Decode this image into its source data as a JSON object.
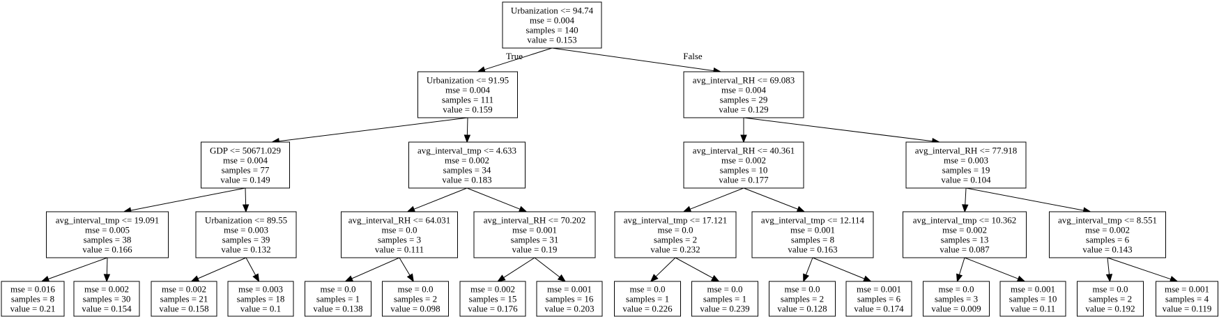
{
  "tree": {
    "edge_labels": {
      "true": "True",
      "false": "False"
    },
    "nodes": [
      {
        "id": "n0",
        "lines": [
          "Urbanization <= 94.74",
          "mse = 0.004",
          "samples = 140",
          "value = 0.153"
        ]
      },
      {
        "id": "n1",
        "lines": [
          "Urbanization <= 91.95",
          "mse = 0.004",
          "samples = 111",
          "value = 0.159"
        ]
      },
      {
        "id": "n2",
        "lines": [
          "avg_interval_RH <= 69.083",
          "mse = 0.004",
          "samples = 29",
          "value = 0.129"
        ]
      },
      {
        "id": "n3",
        "lines": [
          "GDP <= 50671.029",
          "mse = 0.004",
          "samples = 77",
          "value = 0.149"
        ]
      },
      {
        "id": "n4",
        "lines": [
          "avg_interval_tmp <= 4.633",
          "mse = 0.002",
          "samples = 34",
          "value = 0.183"
        ]
      },
      {
        "id": "n5",
        "lines": [
          "avg_interval_RH <= 40.361",
          "mse = 0.002",
          "samples = 10",
          "value = 0.177"
        ]
      },
      {
        "id": "n6",
        "lines": [
          "avg_interval_RH <= 77.918",
          "mse = 0.003",
          "samples = 19",
          "value = 0.104"
        ]
      },
      {
        "id": "n7",
        "lines": [
          "avg_interval_tmp <= 19.091",
          "mse = 0.005",
          "samples = 38",
          "value = 0.166"
        ]
      },
      {
        "id": "n8",
        "lines": [
          "Urbanization <= 89.55",
          "mse = 0.003",
          "samples = 39",
          "value = 0.132"
        ]
      },
      {
        "id": "n9",
        "lines": [
          "avg_interval_RH <= 64.031",
          "mse = 0.0",
          "samples = 3",
          "value = 0.111"
        ]
      },
      {
        "id": "n10",
        "lines": [
          "avg_interval_RH <= 70.202",
          "mse = 0.001",
          "samples = 31",
          "value = 0.19"
        ]
      },
      {
        "id": "n11",
        "lines": [
          "avg_interval_tmp <= 17.121",
          "mse = 0.0",
          "samples = 2",
          "value = 0.232"
        ]
      },
      {
        "id": "n12",
        "lines": [
          "avg_interval_tmp <= 12.114",
          "mse = 0.001",
          "samples = 8",
          "value = 0.163"
        ]
      },
      {
        "id": "n13",
        "lines": [
          "avg_interval_tmp <= 10.362",
          "mse = 0.002",
          "samples = 13",
          "value = 0.087"
        ]
      },
      {
        "id": "n14",
        "lines": [
          "avg_interval_tmp <= 8.551",
          "mse = 0.002",
          "samples = 6",
          "value = 0.143"
        ]
      },
      {
        "id": "n15",
        "lines": [
          "mse = 0.016",
          "samples = 8",
          "value = 0.21"
        ]
      },
      {
        "id": "n16",
        "lines": [
          "mse = 0.002",
          "samples = 30",
          "value = 0.154"
        ]
      },
      {
        "id": "n17",
        "lines": [
          "mse = 0.002",
          "samples = 21",
          "value = 0.158"
        ]
      },
      {
        "id": "n18",
        "lines": [
          "mse = 0.003",
          "samples = 18",
          "value = 0.1"
        ]
      },
      {
        "id": "n19",
        "lines": [
          "mse = 0.0",
          "samples = 1",
          "value = 0.138"
        ]
      },
      {
        "id": "n20",
        "lines": [
          "mse = 0.0",
          "samples = 2",
          "value = 0.098"
        ]
      },
      {
        "id": "n21",
        "lines": [
          "mse = 0.002",
          "samples = 15",
          "value = 0.176"
        ]
      },
      {
        "id": "n22",
        "lines": [
          "mse = 0.001",
          "samples = 16",
          "value = 0.203"
        ]
      },
      {
        "id": "n23",
        "lines": [
          "mse = 0.0",
          "samples = 1",
          "value = 0.226"
        ]
      },
      {
        "id": "n24",
        "lines": [
          "mse = 0.0",
          "samples = 1",
          "value = 0.239"
        ]
      },
      {
        "id": "n25",
        "lines": [
          "mse = 0.0",
          "samples = 2",
          "value = 0.128"
        ]
      },
      {
        "id": "n26",
        "lines": [
          "mse = 0.001",
          "samples = 6",
          "value = 0.174"
        ]
      },
      {
        "id": "n27",
        "lines": [
          "mse = 0.0",
          "samples = 3",
          "value = 0.009"
        ]
      },
      {
        "id": "n28",
        "lines": [
          "mse = 0.001",
          "samples = 10",
          "value = 0.11"
        ]
      },
      {
        "id": "n29",
        "lines": [
          "mse = 0.0",
          "samples = 2",
          "value = 0.192"
        ]
      },
      {
        "id": "n30",
        "lines": [
          "mse = 0.001",
          "samples = 4",
          "value = 0.119"
        ]
      }
    ],
    "edges": [
      {
        "from": "n0",
        "to": "n1",
        "label": "true"
      },
      {
        "from": "n0",
        "to": "n2",
        "label": "false"
      },
      {
        "from": "n1",
        "to": "n3"
      },
      {
        "from": "n1",
        "to": "n4"
      },
      {
        "from": "n2",
        "to": "n5"
      },
      {
        "from": "n2",
        "to": "n6"
      },
      {
        "from": "n3",
        "to": "n7"
      },
      {
        "from": "n3",
        "to": "n8"
      },
      {
        "from": "n4",
        "to": "n9"
      },
      {
        "from": "n4",
        "to": "n10"
      },
      {
        "from": "n5",
        "to": "n11"
      },
      {
        "from": "n5",
        "to": "n12"
      },
      {
        "from": "n6",
        "to": "n13"
      },
      {
        "from": "n6",
        "to": "n14"
      },
      {
        "from": "n7",
        "to": "n15"
      },
      {
        "from": "n7",
        "to": "n16"
      },
      {
        "from": "n8",
        "to": "n17"
      },
      {
        "from": "n8",
        "to": "n18"
      },
      {
        "from": "n9",
        "to": "n19"
      },
      {
        "from": "n9",
        "to": "n20"
      },
      {
        "from": "n10",
        "to": "n21"
      },
      {
        "from": "n10",
        "to": "n22"
      },
      {
        "from": "n11",
        "to": "n23"
      },
      {
        "from": "n11",
        "to": "n24"
      },
      {
        "from": "n12",
        "to": "n25"
      },
      {
        "from": "n12",
        "to": "n26"
      },
      {
        "from": "n13",
        "to": "n27"
      },
      {
        "from": "n13",
        "to": "n28"
      },
      {
        "from": "n14",
        "to": "n29"
      },
      {
        "from": "n14",
        "to": "n30"
      }
    ]
  }
}
